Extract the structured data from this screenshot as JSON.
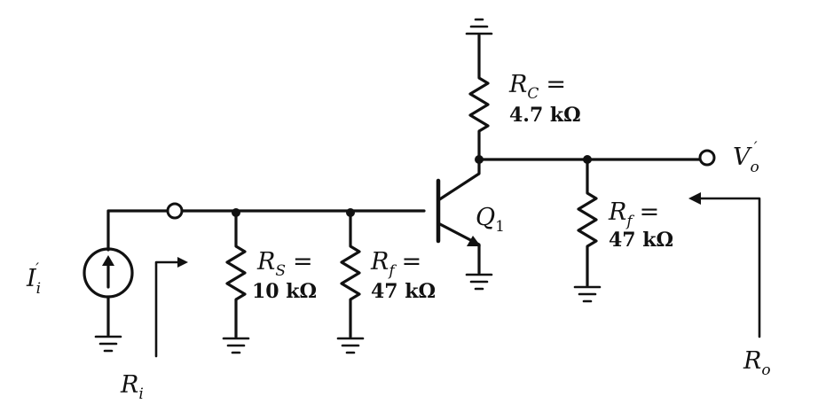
{
  "source": {
    "name": "I",
    "sub": "i",
    "prime": "′"
  },
  "input_arrow": {
    "name": "R",
    "sub": "i"
  },
  "output_arrow": {
    "name": "R",
    "sub": "o"
  },
  "output_node": {
    "name": "V",
    "sub": "o",
    "prime": "′"
  },
  "transistor": {
    "name": "Q",
    "sub": "1"
  },
  "resistors": {
    "rs": {
      "name": "R",
      "sub": "S",
      "eq": "=",
      "value": "10 kΩ"
    },
    "rf_in": {
      "name": "R",
      "sub": "f",
      "eq": "=",
      "value": "47 kΩ"
    },
    "rc": {
      "name": "R",
      "sub": "C",
      "eq": "=",
      "value": "4.7 kΩ"
    },
    "rf_out": {
      "name": "R",
      "sub": "f",
      "eq": "=",
      "value": "47 kΩ"
    }
  }
}
